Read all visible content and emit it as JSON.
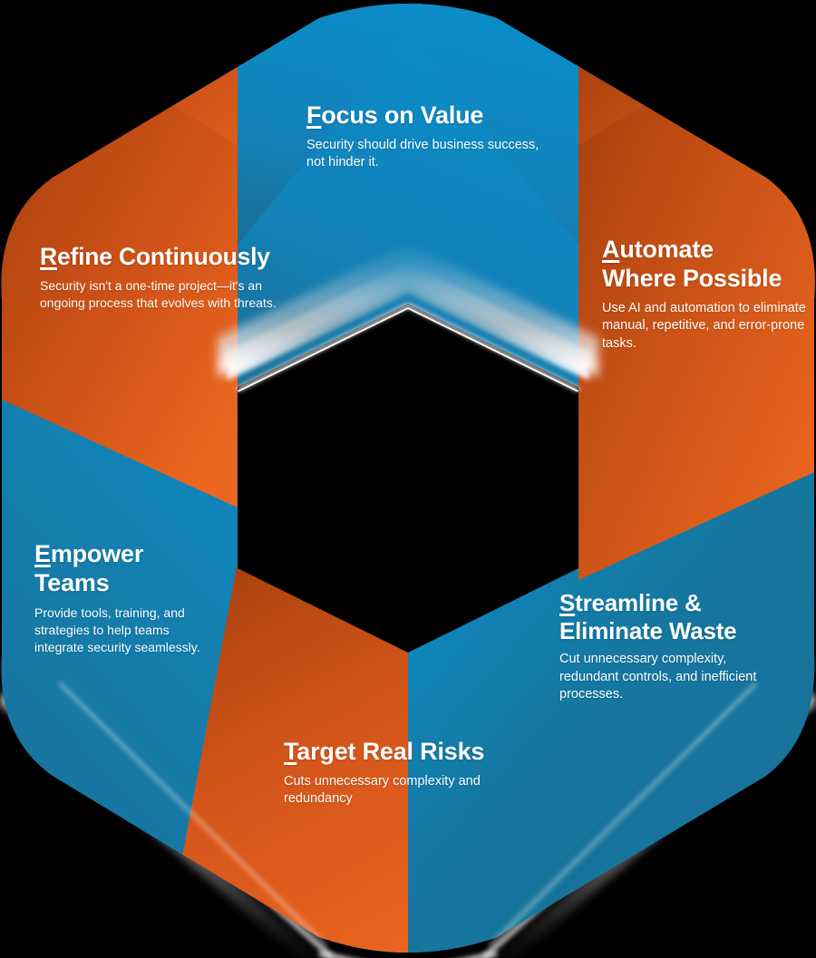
{
  "graphic": {
    "type": "cycle-hexagon-infographic",
    "shape": "hexagon",
    "segment_count": 6,
    "center_fill": "#000000",
    "background": "#000000",
    "palette": {
      "blue_light": "#0b8cc8",
      "blue_mid": "#1382b9",
      "blue_dark": "#1a6e96",
      "orange_light": "#ed6620",
      "orange_mid": "#d1531a",
      "orange_dark": "#a8400e",
      "rust": "#b84a12",
      "glow": "#ffffff",
      "text": "#ffffff"
    }
  },
  "segments": [
    {
      "id": "focus-on-value",
      "position": "top",
      "color": "blue",
      "color_hex": "#0b8cc8",
      "title": "Focus on Value",
      "title_initial": "F",
      "title_rest": "ocus on Value",
      "body": "Security should drive business success, not hinder it."
    },
    {
      "id": "automate-where-possible",
      "position": "top-right",
      "color": "orange",
      "color_hex": "#d1531a",
      "title": "Automate Where Possible",
      "title_initial": "A",
      "title_rest": "utomate",
      "title_line2": "Where Possible",
      "body": "Use AI and automation to eliminate manual, repetitive, and error-prone tasks."
    },
    {
      "id": "streamline-eliminate-waste",
      "position": "bottom-right",
      "color": "blue",
      "color_hex": "#1a6e96",
      "title": "Streamline & Eliminate Waste",
      "title_initial": "S",
      "title_rest": "treamline &",
      "title_line2": "Eliminate Waste",
      "body": "Cut unnecessary complexity, redundant controls, and inefficient processes."
    },
    {
      "id": "target-real-risks",
      "position": "bottom",
      "color": "orange",
      "color_hex": "#ed6620",
      "title": "Target Real Risks",
      "title_initial": "T",
      "title_rest": "arget Real Risks",
      "body": "Cuts unnecessary complexity and redundancy"
    },
    {
      "id": "empower-teams",
      "position": "bottom-left",
      "color": "blue",
      "color_hex": "#1382b9",
      "title": "Empower Teams",
      "title_initial": "E",
      "title_rest": "mpower",
      "title_line2": "Teams",
      "body": "Provide tools, training, and strategies to help teams integrate security seamlessly."
    },
    {
      "id": "refine-continuously",
      "position": "top-left",
      "color": "orange",
      "color_hex": "#c44f15",
      "title": "Refine Continuously",
      "title_initial": "R",
      "title_rest": "efine Continuously",
      "body": "Security isn't a one-time project—it's an ongoing process that evolves with threats."
    }
  ]
}
